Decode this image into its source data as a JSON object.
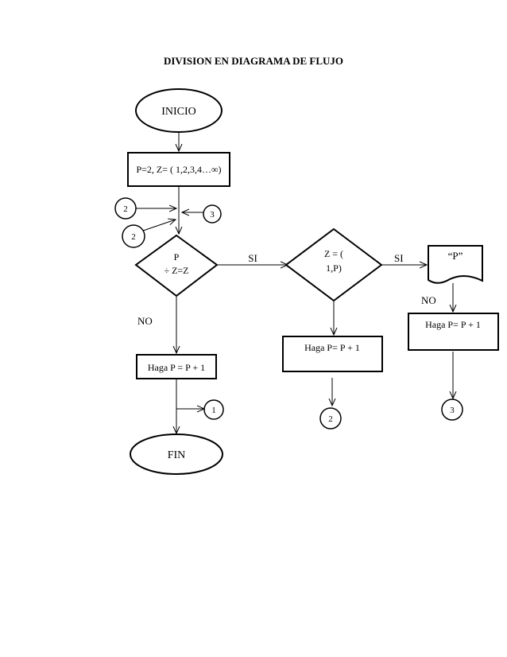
{
  "title": "DIVISION EN DIAGRAMA DE FLUJO",
  "nodes": {
    "inicio": "INICIO",
    "init_process": "P=2, Z= ( 1,2,3,4…∞)",
    "decision1_line1": "P",
    "decision1_line2": "÷ Z=Z",
    "process_left": "Haga P = P + 1",
    "fin": "FIN",
    "decision2_line1": "Z = (",
    "decision2_line2": "1,P)",
    "process_mid": "Haga P= P + 1",
    "output_doc": "“P”",
    "process_right": "Haga P= P + 1"
  },
  "labels": {
    "si1": "SI",
    "si2": "SI",
    "no1": "NO",
    "no2": "NO"
  },
  "connectors": {
    "c2_top": "2",
    "c2_bottom": "2",
    "c3_entry": "3",
    "c1_exit": "1",
    "c2_exit": "2",
    "c3_exit": "3"
  }
}
